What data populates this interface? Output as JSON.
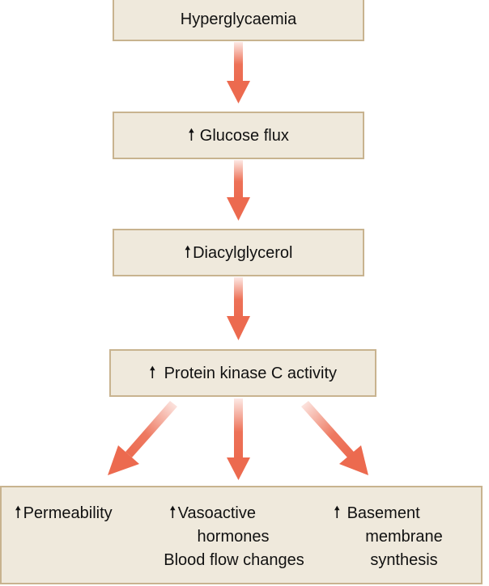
{
  "boxes": {
    "hyperglycaemia": "Hyperglycaemia",
    "glucose_flux": "Glucose flux",
    "diacylglycerol": "Diacylglycerol",
    "pkc": "Protein kinase C activity"
  },
  "outcomes": {
    "permeability": "Permeability",
    "vasoactive_line1": "Vasoactive",
    "vasoactive_line2": "hormones",
    "vasoactive_line3": "Blood flow changes",
    "basement_line1": "Basement",
    "basement_line2": "membrane",
    "basement_line3": "synthesis"
  },
  "symbols": {
    "up_arrow": "🠕"
  },
  "colors": {
    "box_fill": "#efe9dc",
    "box_border": "#c8b38f",
    "arrow": "#ec6a4f"
  }
}
